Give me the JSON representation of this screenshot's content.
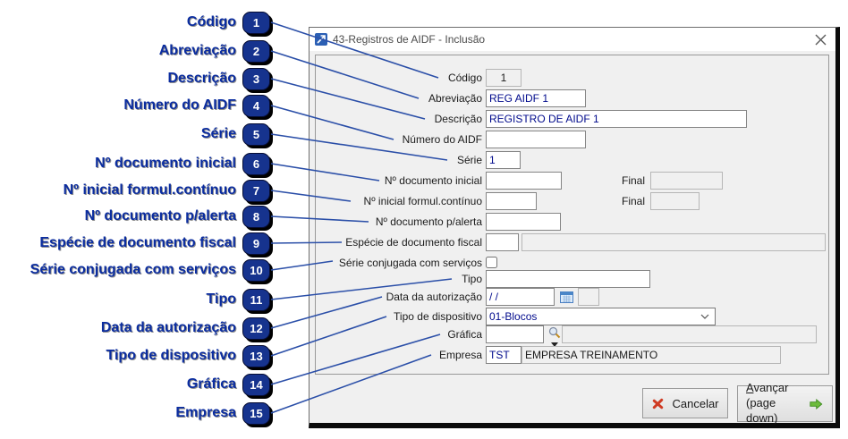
{
  "callouts": {
    "items": [
      {
        "n": "1",
        "label": "Código"
      },
      {
        "n": "2",
        "label": "Abreviação"
      },
      {
        "n": "3",
        "label": "Descrição"
      },
      {
        "n": "4",
        "label": "Número do AIDF"
      },
      {
        "n": "5",
        "label": "Série"
      },
      {
        "n": "6",
        "label": "Nº documento inicial"
      },
      {
        "n": "7",
        "label": "Nº inicial formul.contínuo"
      },
      {
        "n": "8",
        "label": "Nº documento p/alerta"
      },
      {
        "n": "9",
        "label": "Espécie de documento fiscal"
      },
      {
        "n": "10",
        "label": "Série conjugada com serviços"
      },
      {
        "n": "11",
        "label": "Tipo"
      },
      {
        "n": "12",
        "label": "Data da autorização"
      },
      {
        "n": "13",
        "label": "Tipo de dispositivo"
      },
      {
        "n": "14",
        "label": "Gráfica"
      },
      {
        "n": "15",
        "label": "Empresa"
      }
    ],
    "colors": {
      "badge": "#16338E",
      "line": "#2B4FA8",
      "label": "#0B2DA0"
    }
  },
  "dialog": {
    "title": "43-Registros de AIDF - Inclusão",
    "fields": {
      "codigo": {
        "label": "Código",
        "value": "1"
      },
      "abreviacao": {
        "label": "Abreviação",
        "value": "REG AIDF 1"
      },
      "descricao": {
        "label": "Descrição",
        "value": "REGISTRO DE AIDF 1"
      },
      "numero_aidf": {
        "label": "Número do AIDF",
        "value": ""
      },
      "serie": {
        "label": "Série",
        "value": "1"
      },
      "doc_inicial": {
        "label": "Nº documento inicial",
        "value": "",
        "final_label": "Final",
        "final_value": ""
      },
      "formul_continuo": {
        "label": "Nº inicial formul.contínuo",
        "value": "",
        "final_label": "Final",
        "final_value": ""
      },
      "doc_alerta": {
        "label": "Nº documento p/alerta",
        "value": ""
      },
      "especie": {
        "label": "Espécie de documento fiscal",
        "code": "",
        "name": ""
      },
      "serie_conjugada": {
        "label": "Série conjugada com serviços",
        "checked": false
      },
      "tipo": {
        "label": "Tipo",
        "value": ""
      },
      "data_autorizacao": {
        "label": "Data da autorização",
        "value": "/ /",
        "extra": ""
      },
      "tipo_dispositivo": {
        "label": "Tipo de dispositivo",
        "value": "01-Blocos"
      },
      "grafica": {
        "label": "Gráfica",
        "code": "",
        "name": ""
      },
      "empresa": {
        "label": "Empresa",
        "code": "TST",
        "name": "EMPRESA TREINAMENTO"
      }
    },
    "buttons": {
      "cancelar": "Cancelar",
      "avancar_line1": "Avançar",
      "avancar_line2": "(page down)"
    }
  }
}
